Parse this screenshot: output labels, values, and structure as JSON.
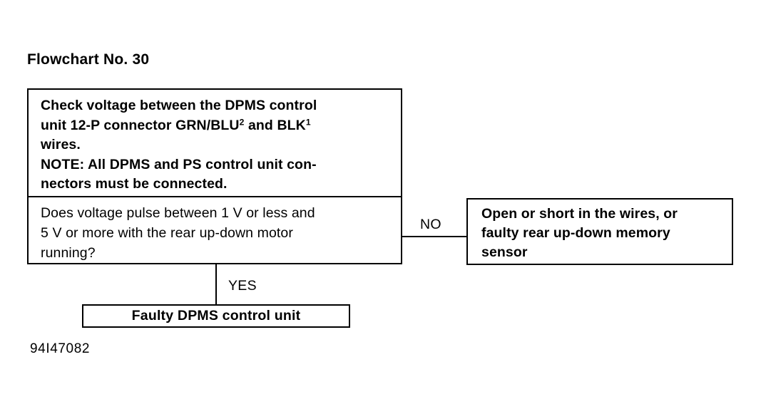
{
  "title": "Flowchart No. 30",
  "decision_box": {
    "instruction": {
      "line1": "Check voltage between the DPMS control",
      "line2_pre": "unit 12-P connector GRN/BLU",
      "line2_sup1": "2",
      "line2_mid": " and BLK",
      "line2_sup2": "1",
      "line3": "wires.",
      "line4": "NOTE: All DPMS and PS control unit con-",
      "line5": "nectors must be connected."
    },
    "question": "Does voltage pulse between 1 V or less and\n5 V or more with the rear up-down motor\nrunning?"
  },
  "branches": {
    "no_label": "NO",
    "yes_label": "YES"
  },
  "outcomes": {
    "no_result": "Open or short in the wires, or\nfaulty rear up-down memory\nsensor",
    "yes_result": "Faulty DPMS control unit"
  },
  "reference_number": "94I47082",
  "colors": {
    "ink": "#000000",
    "paper": "#ffffff"
  }
}
